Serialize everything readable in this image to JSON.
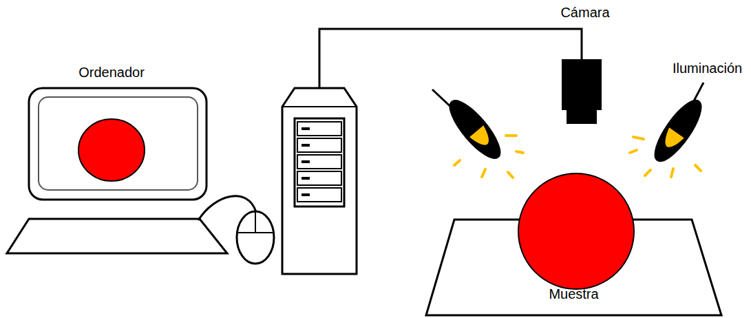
{
  "diagram": {
    "nodes": [
      {
        "text": [
          "Muestra"
        ]
      }
    ],
    "labels": [
      "Ordenador",
      "Cámara",
      "Iluminación"
    ]
  }
}
